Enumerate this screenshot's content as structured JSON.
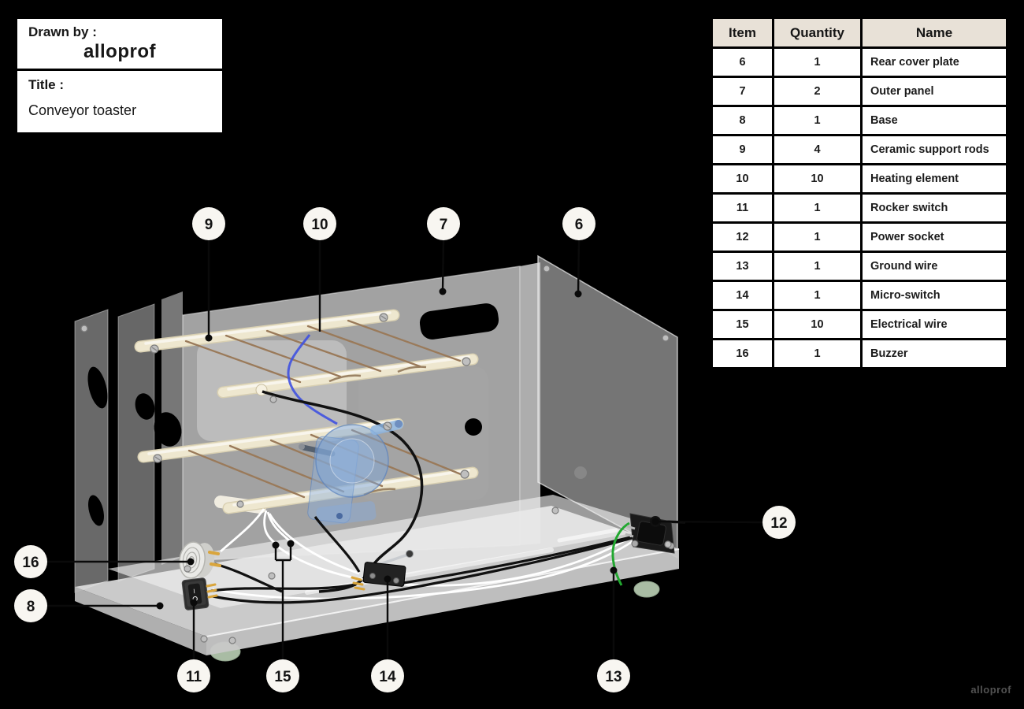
{
  "title_block": {
    "drawn_by_label": "Drawn by :",
    "drawn_by_value": "alloprof",
    "title_label": "Title :",
    "title_value": "Conveyor toaster"
  },
  "parts_table": {
    "headers": [
      "Item",
      "Quantity",
      "Name"
    ],
    "rows": [
      [
        "6",
        "1",
        "Rear cover plate"
      ],
      [
        "7",
        "2",
        "Outer panel"
      ],
      [
        "8",
        "1",
        "Base"
      ],
      [
        "9",
        "4",
        "Ceramic support rods"
      ],
      [
        "10",
        "10",
        "Heating element"
      ],
      [
        "11",
        "1",
        "Rocker switch"
      ],
      [
        "12",
        "1",
        "Power socket"
      ],
      [
        "13",
        "1",
        "Ground wire"
      ],
      [
        "14",
        "1",
        "Micro-switch"
      ],
      [
        "15",
        "10",
        "Electrical wire"
      ],
      [
        "16",
        "1",
        "Buzzer"
      ]
    ]
  },
  "callouts": {
    "n6": "6",
    "n7": "7",
    "n8": "8",
    "n9": "9",
    "n10": "10",
    "n11": "11",
    "n12": "12",
    "n13": "13",
    "n14": "14",
    "n15": "15",
    "n16": "16"
  },
  "watermark": "alloprof",
  "colors": {
    "background": "#000000",
    "table_header_bg": "#e8e1d7",
    "callout_bg": "#f8f6f1",
    "panel_gray": "#d3d3d3",
    "ceramic_cream": "#ece4c8",
    "heating_wire_brown": "#9a7a5a",
    "motor_blue": "#9fc0e4",
    "foot_green": "#a9bca4",
    "ground_wire_green": "#22a830",
    "terminal_yellow": "#d9a53c"
  }
}
